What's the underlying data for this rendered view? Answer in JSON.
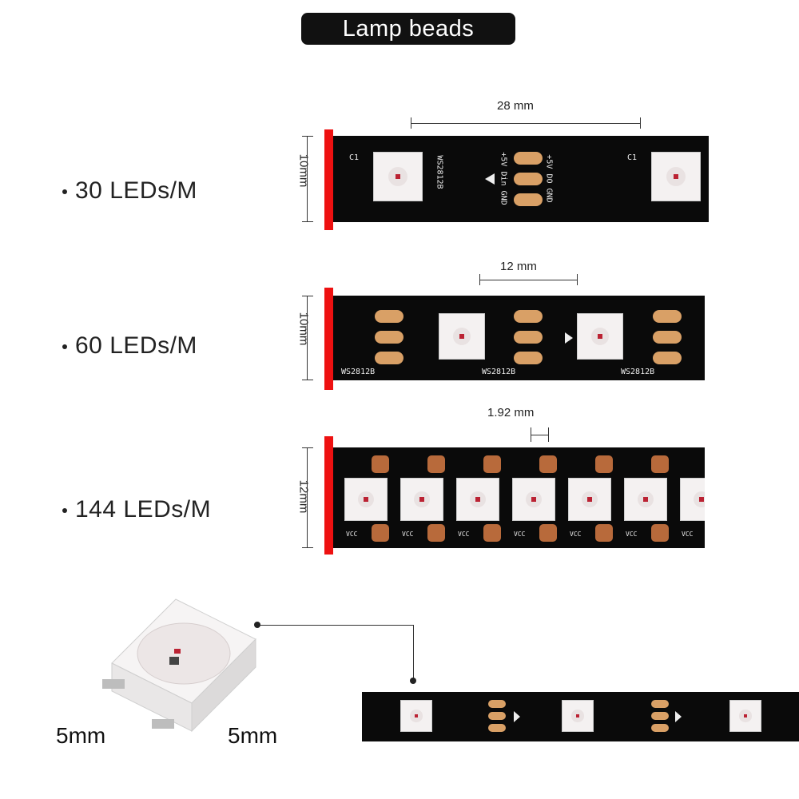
{
  "header": {
    "title": "Lamp beads"
  },
  "rows": [
    {
      "label": "30 LEDs/M",
      "spacing": "28 mm",
      "width": "10mm"
    },
    {
      "label": "60 LEDs/M",
      "spacing": "12 mm",
      "width": "10mm"
    },
    {
      "label": "144 LEDs/M",
      "spacing": "1.92 mm",
      "width": "12mm"
    }
  ],
  "silk": {
    "pins_a": "+5V  Din  GND",
    "pins_b": "+5V  DO  GND",
    "chip": "WS2812B",
    "cap": "C1",
    "vcc": "VCC"
  },
  "bead": {
    "width": "5mm",
    "height": "5mm"
  },
  "colors": {
    "accent": "#e11111",
    "pcb": "#0a0a0a",
    "pad": "#d9a066"
  }
}
